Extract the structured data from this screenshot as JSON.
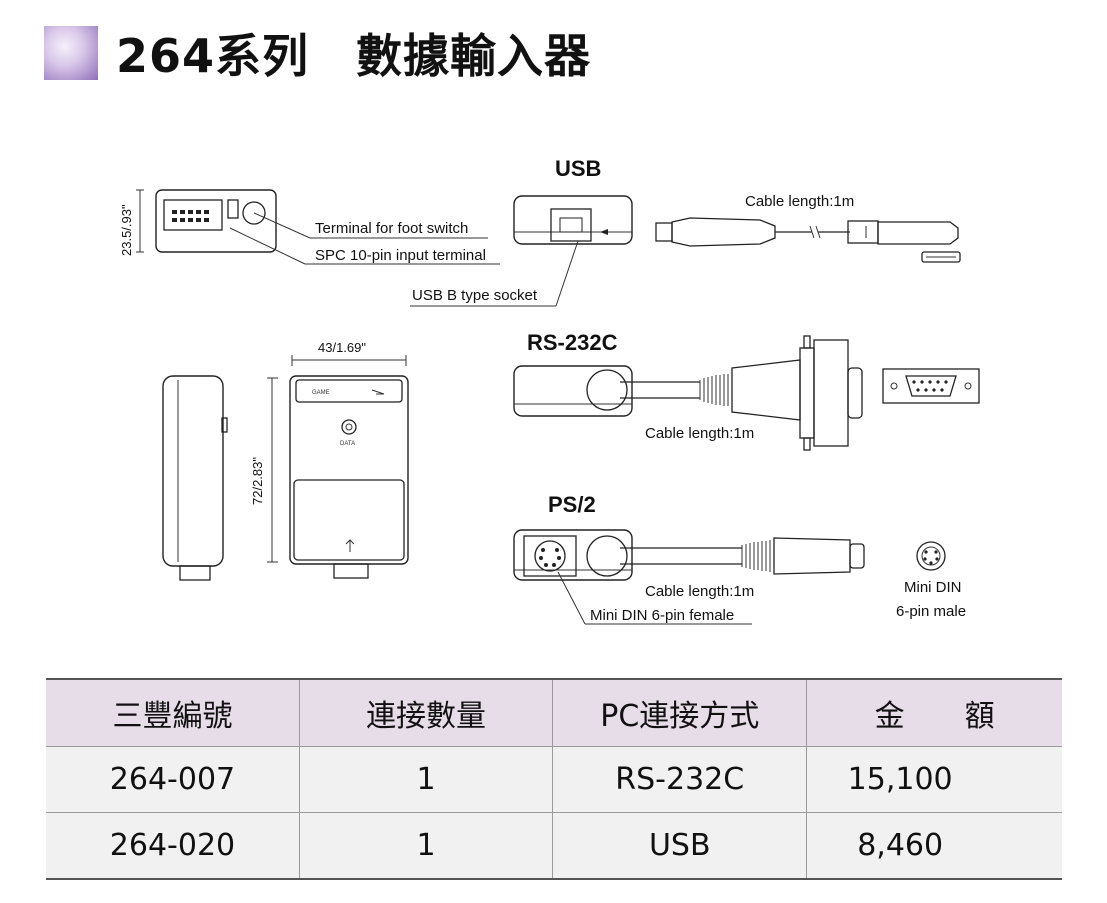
{
  "page": {
    "title": "264系列　數據輸入器"
  },
  "diagram": {
    "dim_top_thickness": "23.5/.93\"",
    "dim_width": "43/1.69\"",
    "dim_height": "72/2.83\"",
    "label_foot_switch": "Terminal for foot switch",
    "label_spc_terminal": "SPC 10-pin input terminal",
    "label_usb_socket": "USB B type socket",
    "usb_heading": "USB",
    "rs232_heading": "RS-232C",
    "ps2_heading": "PS/2",
    "cable_usb": "Cable length:1m",
    "cable_rs232": "Cable length:1m",
    "cable_ps2": "Cable length:1m",
    "label_mini_din_female": "Mini DIN 6-pin female",
    "label_mini_din_male_1": "Mini DIN",
    "label_mini_din_male_2": "6-pin male",
    "panel_label_left": "GAME",
    "panel_label_data": "DATA"
  },
  "table": {
    "headers": [
      "三豐編號",
      "連接數量",
      "PC連接方式",
      "金　　額"
    ],
    "rows": [
      {
        "code": "264-007",
        "qty": "1",
        "connection": "RS-232C",
        "price": "15,100"
      },
      {
        "code": "264-020",
        "qty": "1",
        "connection": "USB",
        "price": "8,460"
      }
    ]
  }
}
